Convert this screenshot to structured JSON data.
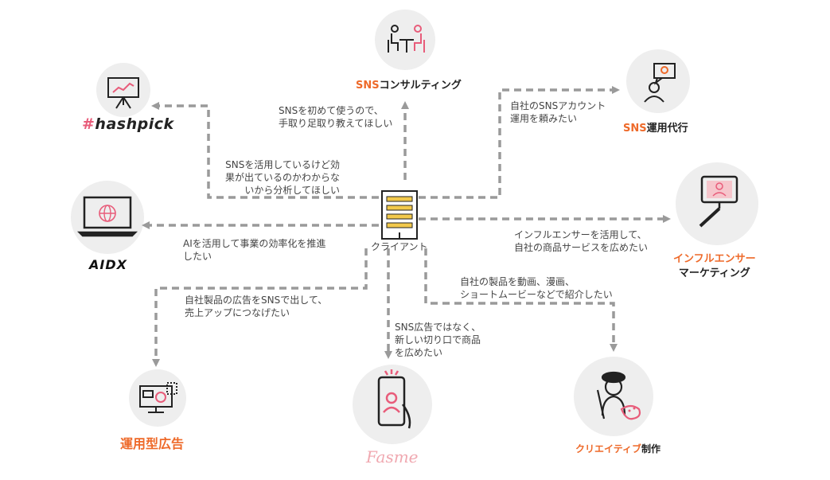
{
  "center": {
    "label": "クライアント"
  },
  "services": {
    "consulting": {
      "sns": "SNS",
      "rest": "コンサルティング"
    },
    "unyo": {
      "sns": "SNS",
      "rest": "運用代行"
    },
    "influencer": {
      "line1": "インフルエンサー",
      "line2": "マーケティング"
    },
    "creative": {
      "orange": "クリエイティブ",
      "rest": "制作"
    },
    "ads": {
      "label": "運用型広告"
    },
    "hashpick": {
      "hash": "#",
      "name": "hashpick"
    },
    "aidx": {
      "name": "AIDX"
    },
    "fasme": {
      "name": "Fasme"
    }
  },
  "messages": {
    "consulting": "SNSを初めて使うので、\n手取り足取り教えてほしい",
    "unyo": "自社のSNSアカウント\n運用を頼みたい",
    "hashpick": "SNSを活用しているけど効\n果が出ているのかわからな\nいから分析してほしい",
    "aidx": "AIを活用して事業の効率化を推進\nしたい",
    "influencer": "インフルエンサーを活用して、\n自社の商品サービスを広めたい",
    "creative": "自社の製品を動画、漫画、\nショートムービーなどで紹介したい",
    "ads": "自社製品の広告をSNSで出して、\n売上アップにつなげたい",
    "fasme": "SNS広告ではなく、\n新しい切り口で商品\nを広めたい"
  },
  "colors": {
    "orange": "#ee6a2a",
    "circle": "#eeeeee",
    "arrow": "#9a9a9a",
    "pink": "#e85c7a"
  },
  "icons": [
    "meeting-icon",
    "presentation-icon",
    "idea-person-icon",
    "laptop-globe-icon",
    "selfie-stick-icon",
    "building-icon",
    "ad-monitor-icon",
    "smartphone-user-icon",
    "painter-icon"
  ]
}
